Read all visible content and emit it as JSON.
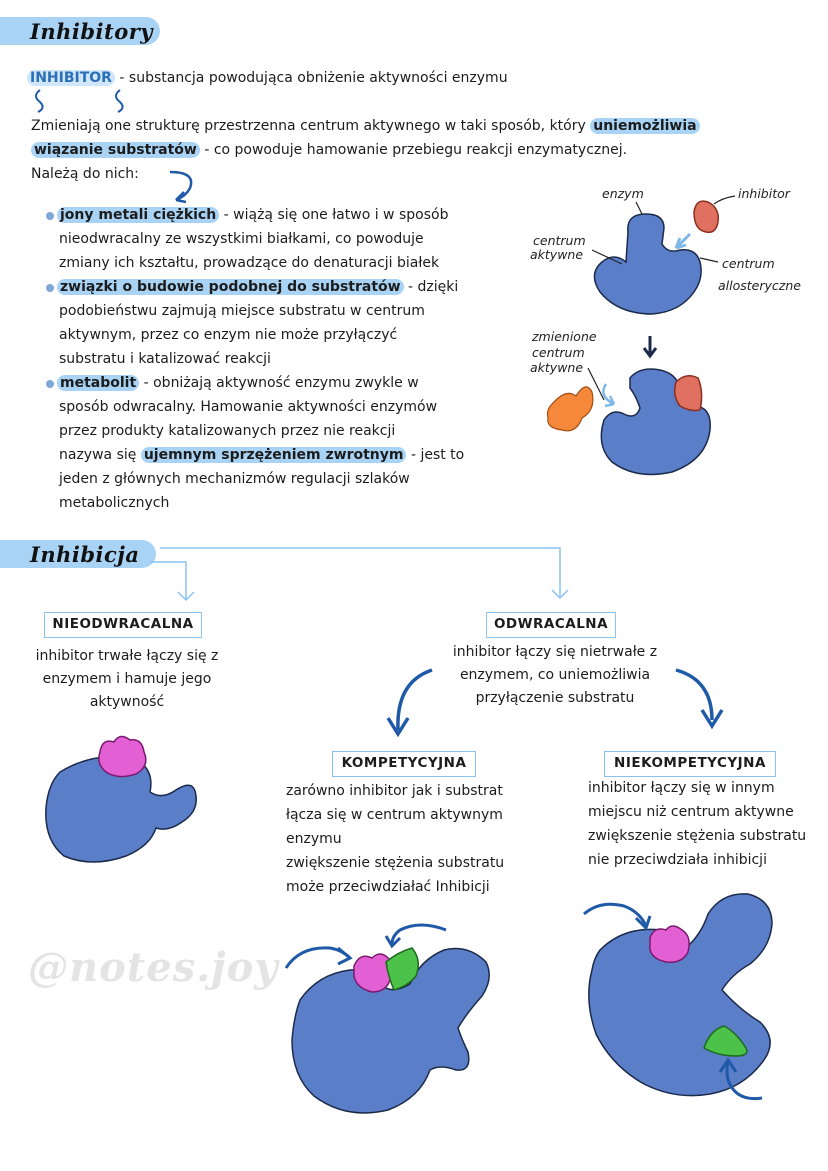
{
  "section1": {
    "heading": "Inhibitory",
    "def_term": "INHIBITOR",
    "def_text": "- substancja powodująca obniżenie aktywności enzymu",
    "para_l1a": "Zmieniają one strukturę przestrzenna centrum aktywnego w taki sposób, który",
    "para_l1b": "uniemożliwia",
    "para_l2a": "wiązanie substratów",
    "para_l2b": "- co powoduje hamowanie przebiegu reakcji enzymatycznej.",
    "para_l3": "Należą do nich:",
    "bullets": [
      {
        "term": "jony metali ciężkich",
        "lines": [
          "- wiążą się one łatwo i w sposób",
          "nieodwracalny ze wszystkimi białkami, co powoduje",
          "zmiany ich kształtu, prowadzące do denaturacji białek"
        ]
      },
      {
        "term": "związki o budowie podobnej do substratów",
        "lines": [
          "- dzięki",
          "podobieństwu zajmują miejsce substratu w centrum",
          "aktywnym, przez co enzym nie może przyłączyć",
          "substratu i katalizować reakcji"
        ]
      },
      {
        "term": "metabolit",
        "lines": [
          "- obniżają aktywność enzymu zwykle w",
          "sposób odwracalny. Hamowanie aktywności enzymów",
          "przez produkty katalizowanych przez nie reakcji",
          "nazywa się",
          "ujemnym sprzężeniem zwrotnym",
          "- jest to",
          "jeden z głównych mechanizmów regulacji szlaków",
          "metabolicznych"
        ]
      }
    ],
    "diagram_labels": {
      "enzym": "enzym",
      "inhibitor": "inhibitor",
      "centrum_aktywne": [
        "centrum",
        "aktywne"
      ],
      "centrum_allo": [
        "centrum",
        "allosteryczne"
      ],
      "zmienione": [
        "zmienione",
        "centrum",
        "aktywne"
      ]
    }
  },
  "section2": {
    "heading": "Inhibicja",
    "left_box": "NIEODWRACALNA",
    "left_text": [
      "inhibitor trwałe łączy się z",
      "enzymem i hamuje jego",
      "aktywność"
    ],
    "right_box": "ODWRACALNA",
    "right_text": [
      "inhibitor łączy się nietrwałe z",
      "enzymem, co uniemożliwia",
      "przyłączenie substratu"
    ],
    "komp_box": "KOMPETYCYJNA",
    "komp_text": [
      "zarówno inhibitor jak i substrat",
      "łącza się w centrum aktywnym",
      "enzymu",
      "zwiększenie stężenia substratu",
      "może przeciwdziałać Inhibicji"
    ],
    "niekomp_box": "NIEKOMPETYCYJNA",
    "niekomp_text": [
      "inhibitor łączy się w innym",
      "miejscu niż centrum aktywne",
      "zwiększenie stężenia substratu",
      "nie przeciwdziała inhibicji"
    ]
  },
  "watermark": "@notes.joy",
  "colors": {
    "enzyme": "#5b7ec9",
    "inhibitor_pink": "#e360d4",
    "substrate_green": "#4cc24a",
    "allosteric_red": "#e0705f",
    "product_orange": "#f5883a",
    "highlight": "#a9d3f5",
    "arrow": "#1f5aa8"
  }
}
